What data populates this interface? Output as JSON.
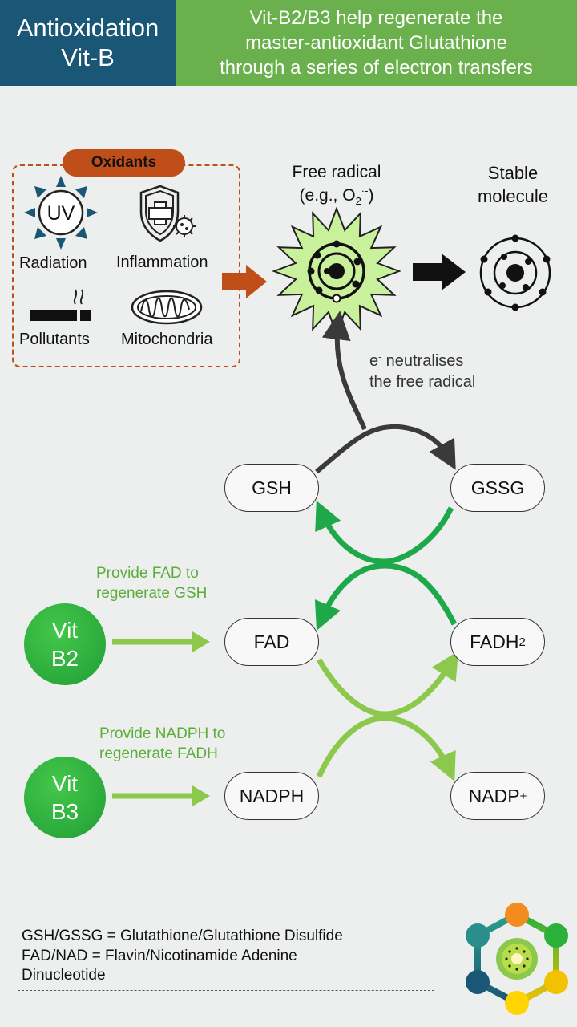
{
  "header": {
    "left_line1": "Antioxidation",
    "left_line2": "Vit-B",
    "right_line1": "Vit-B2/B3 help regenerate the",
    "right_line2": "master-antioxidant Glutathione",
    "right_line3": "through a series of electron transfers"
  },
  "oxidants": {
    "title": "Oxidants",
    "uv_icon_text": "UV",
    "radiation": "Radiation",
    "inflammation": "Inflammation",
    "pollutants": "Pollutants",
    "mitochondria": "Mitochondria"
  },
  "free_radical": {
    "line1": "Free radical",
    "line2_prefix": "(e.g., O",
    "line2_sub": "2",
    "line2_sup": "·-",
    "line2_suffix": ")"
  },
  "stable": {
    "line1": "Stable",
    "line2": "molecule"
  },
  "electron_note": {
    "line1_sym": "e",
    "line1_sup": "-",
    "line1_rest": " neutralises",
    "line2": "the free radical"
  },
  "nodes": {
    "gsh": "GSH",
    "gssg": "GSSG",
    "fad": "FAD",
    "fadh2_base": "FADH",
    "fadh2_sub": "2",
    "nadph": "NADPH",
    "nadp_base": "NADP",
    "nadp_sup": "+"
  },
  "vitamins": {
    "b2_line1": "Vit",
    "b2_line2": "B2",
    "b3_line1": "Vit",
    "b3_line2": "B3"
  },
  "notes": {
    "b2_line1": "Provide FAD to",
    "b2_line2": "regenerate GSH",
    "b3_line1": "Provide NADPH to",
    "b3_line2": "regenerate FADH"
  },
  "legend": {
    "line1": "GSH/GSSG = Glutathione/Glutathione Disulfide",
    "line2": "FAD/NAD = Flavin/Nicotinamide Adenine",
    "line3": "Dinucleotide"
  },
  "colors": {
    "header_left": "#1a5675",
    "header_right": "#6ab04c",
    "oxidant_orange": "#c04e18",
    "dark_arrow": "#3a3a3a",
    "green_arrow": "#1fa84a",
    "light_green_arrow": "#8cc84b",
    "radical_fill": "#c9f19b"
  }
}
